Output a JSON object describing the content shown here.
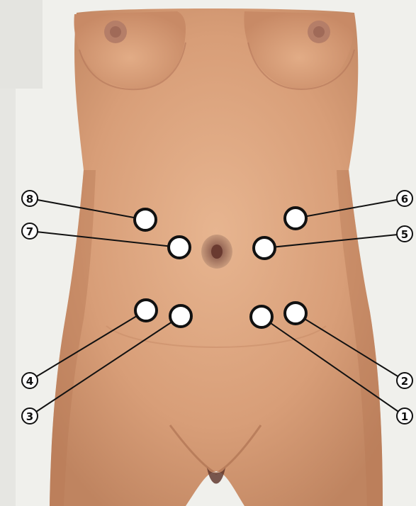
{
  "markers": [
    {
      "number": "1"
    },
    {
      "number": "2"
    },
    {
      "number": "3"
    },
    {
      "number": "4"
    },
    {
      "number": "5"
    },
    {
      "number": "6"
    },
    {
      "number": "7"
    },
    {
      "number": "8"
    }
  ],
  "colors": {
    "skin_base": "#d89e78",
    "skin_light": "#e8b894",
    "skin_shadow": "#b87a56",
    "nipple": "#a06a58",
    "background": "#f2f2ee",
    "marker_fill": "#ffffff",
    "marker_stroke": "#111111",
    "leader_line": "#111111"
  }
}
